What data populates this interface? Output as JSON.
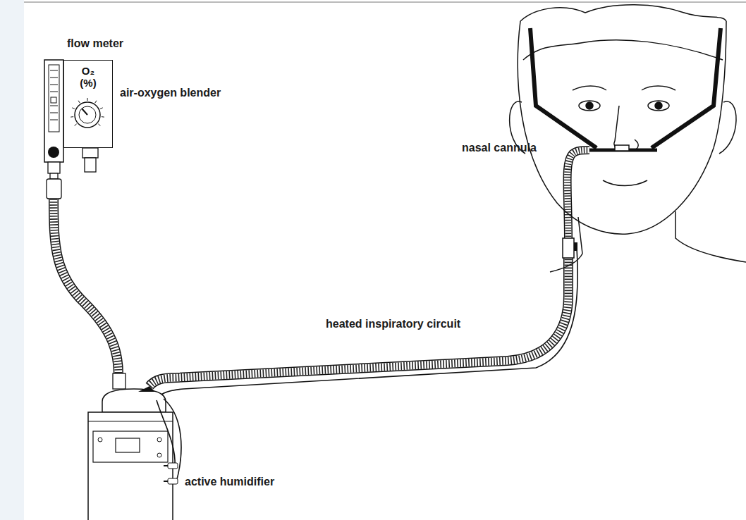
{
  "diagram": {
    "nodes": [
      {
        "text": [
          "O₂ (%)"
        ]
      }
    ],
    "labels": [
      "flow meter",
      "air-oxygen blender",
      "nasal cannula",
      "heated inspiratory circuit",
      "active humidifier"
    ]
  }
}
